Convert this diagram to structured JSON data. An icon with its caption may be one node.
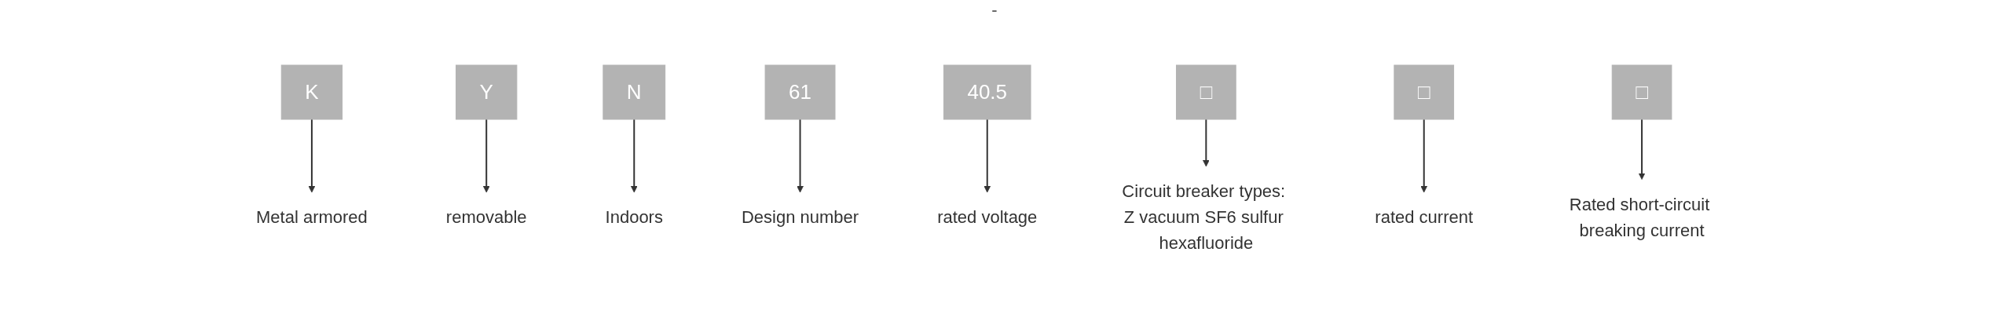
{
  "diagram": {
    "nodes": [
      {
        "text": [
          "K"
        ]
      },
      {
        "text": [
          "Y"
        ]
      },
      {
        "text": [
          "N"
        ]
      },
      {
        "text": [
          "61"
        ]
      },
      {
        "text": [
          "40.5"
        ]
      },
      {
        "text": [
          "□"
        ]
      },
      {
        "text": [
          "□"
        ]
      },
      {
        "text": [
          "□"
        ]
      },
      {
        "text": [
          "Metal armored"
        ]
      },
      {
        "text": [
          "removable"
        ]
      },
      {
        "text": [
          "Indoors"
        ]
      },
      {
        "text": [
          "Design number"
        ]
      },
      {
        "text": [
          "rated voltage"
        ]
      },
      {
        "text": [
          "Circuit breaker types: Z vacuum SF6 sulfur hexafluoride"
        ]
      },
      {
        "text": [
          "rated current"
        ]
      },
      {
        "text": [
          "Rated short-circuit breaking current"
        ]
      }
    ],
    "edges": [
      {
        "from": 0,
        "to": 8,
        "arrow": "to"
      },
      {
        "from": 1,
        "to": 9,
        "arrow": "to"
      },
      {
        "from": 2,
        "to": 10,
        "arrow": "to"
      },
      {
        "from": 3,
        "to": 11,
        "arrow": "to"
      },
      {
        "from": 4,
        "to": 12,
        "arrow": "to"
      },
      {
        "from": 5,
        "to": 13,
        "arrow": "to"
      },
      {
        "from": 6,
        "to": 14,
        "arrow": "to"
      },
      {
        "from": 7,
        "to": 15,
        "arrow": "to"
      }
    ],
    "labels": [
      "-"
    ]
  }
}
